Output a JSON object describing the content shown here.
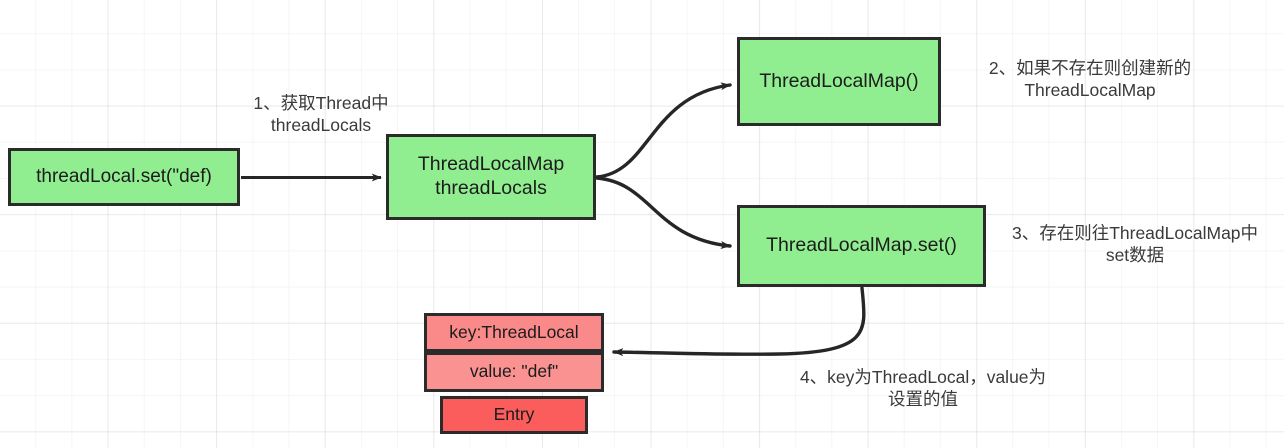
{
  "diagram": {
    "title": "ThreadLocal set flow",
    "colors": {
      "node_green": "#90ee90",
      "node_pink": "#fa8a8a",
      "node_red": "#fb5c5c",
      "border": "#2b2b2b",
      "text": "#1c1c1c",
      "caption_text": "#3a3a3a",
      "background": "#ffffff",
      "grid_line": "rgba(0,0,0,0.055)"
    },
    "nodes": {
      "threadlocal_set": "threadLocal.set(\"def)",
      "threadlocals": "ThreadLocalMap\nthreadLocals",
      "map_ctor": "ThreadLocalMap()",
      "map_set": "ThreadLocalMap.set()",
      "entry_key": "key:ThreadLocal",
      "entry_value": "value: \"def\"",
      "entry_label": "Entry"
    },
    "captions": {
      "step1": "1、获取Thread中\nthreadLocals",
      "step2": "2、如果不存在则创建新的\nThreadLocalMap",
      "step3": "3、存在则往ThreadLocalMap中\nset数据",
      "step4": "4、key为ThreadLocal，value为\n设置的值"
    },
    "edges": [
      {
        "name": "set-to-threadlocals",
        "from": "threadlocal_set",
        "to": "threadlocals",
        "style": "straight-arrow"
      },
      {
        "name": "threadlocals-to-map-ctor",
        "from": "threadlocals",
        "to": "map_ctor",
        "style": "curved-arrow"
      },
      {
        "name": "threadlocals-to-map-set",
        "from": "threadlocals",
        "to": "map_set",
        "style": "curved-arrow"
      },
      {
        "name": "map-set-to-entry",
        "from": "map_set",
        "to": "entry_value",
        "style": "curved-arrow"
      }
    ]
  }
}
